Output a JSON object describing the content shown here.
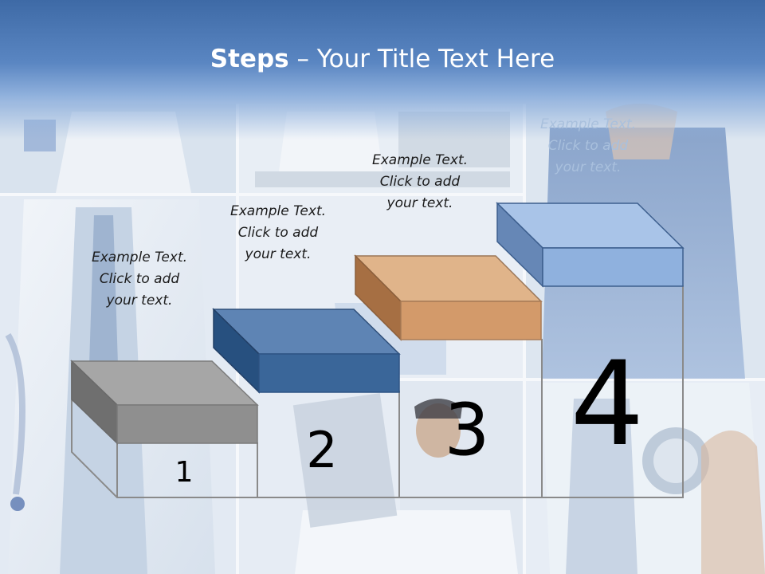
{
  "slide": {
    "title_bold": "Steps",
    "title_rest": " – Your Title Text Here"
  },
  "steps": [
    {
      "number": "1",
      "text": [
        "Example Text.",
        "Click  to add",
        "your text."
      ],
      "color": "#8f8f8f"
    },
    {
      "number": "2",
      "text": [
        "Example Text.",
        "Click  to add",
        "your text."
      ],
      "color": "#3a6699"
    },
    {
      "number": "3",
      "text": [
        "Example Text.",
        "Click  to add",
        "your text."
      ],
      "color": "#d39a6a"
    },
    {
      "number": "4",
      "text": [
        "Example Text.",
        "Click  to add",
        "your text."
      ],
      "color": "#8fb1de"
    }
  ],
  "colors": {
    "title_band": "#4a76b2",
    "title_text": "#ffffff",
    "outline": "#8a8a8a"
  }
}
